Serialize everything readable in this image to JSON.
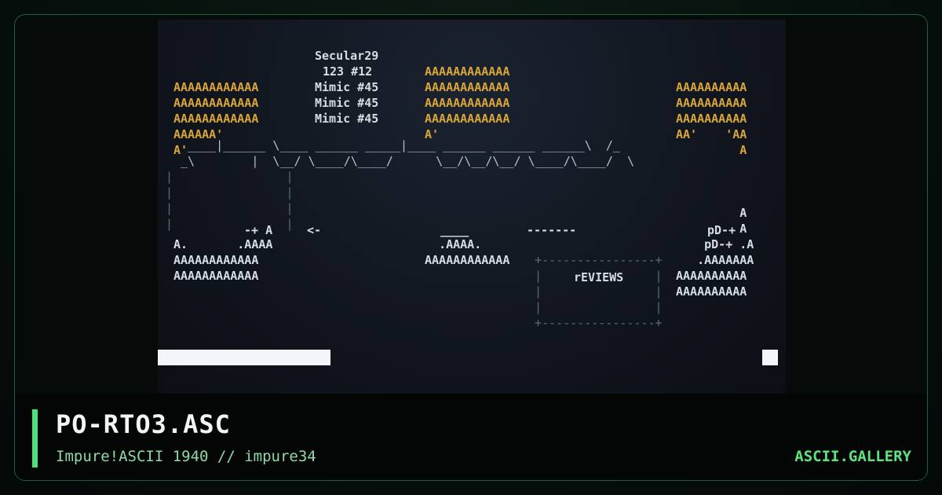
{
  "art": {
    "credit_lines": [
      "Secular29",
      "123 #12",
      "Mimic #45",
      "Mimic #45",
      "Mimic #45"
    ],
    "reviews_label": "rEVIEWS",
    "pd_label": "pD-+",
    "arrow_left": "<-",
    "arrow_right": "-+ A"
  },
  "footer": {
    "title": "PO-RTO3.ASC",
    "subtitle": "Impure!ASCII 1940 // impure34",
    "brand": "ASCII.GALLERY"
  },
  "colors": {
    "accent": "#4ee07b",
    "ascii_yellow": "#d9a63a",
    "ascii_white": "#d7dde6",
    "border": "#1f5f3a"
  }
}
